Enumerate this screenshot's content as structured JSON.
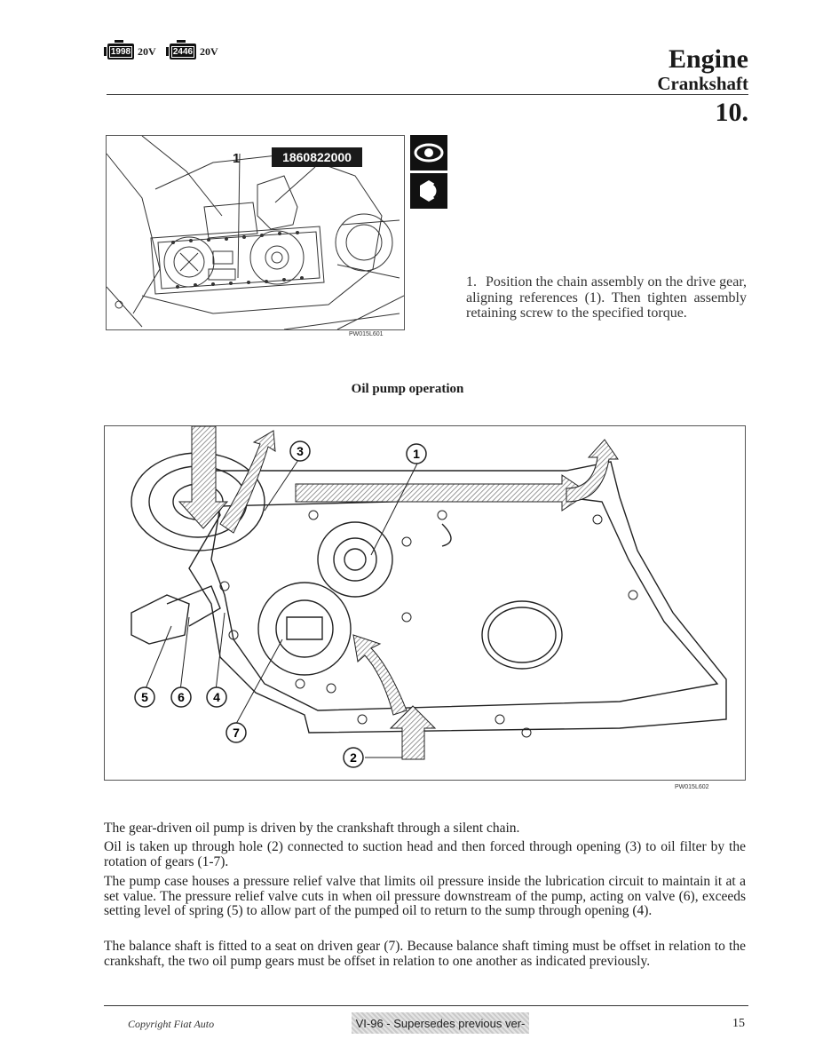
{
  "header": {
    "badges": [
      {
        "code": "1998",
        "valves": "20V"
      },
      {
        "code": "2446",
        "valves": "20V"
      }
    ],
    "title": "Engine",
    "subtitle": "Crankshaft",
    "section_number": "10."
  },
  "figure1": {
    "tool_code": "1860822000",
    "callout": "1",
    "reference": "PW015L601",
    "icons": [
      "eye-icon",
      "tighten-icon"
    ]
  },
  "step1": {
    "number": "1.",
    "text": "Position the chain assembly on the drive gear, aligning references (1). Then tighten assembly retaining screw to the specified torque."
  },
  "caption": "Oil pump operation",
  "figure2": {
    "reference": "PW015L602",
    "callouts": [
      "1",
      "2",
      "3",
      "4",
      "5",
      "6",
      "7"
    ]
  },
  "paragraphs": [
    "The gear-driven oil pump is driven by the crankshaft through a silent chain.",
    "Oil is taken up through hole (2) connected to suction head and then forced through opening (3) to oil filter by the rotation of gears (1-7).",
    "The pump case houses a pressure relief valve that limits oil pressure inside the lubrication circuit to maintain it at a set value. The pressure relief valve cuts in when oil pressure downstream of the pump, acting on valve (6), exceeds setting level of spring (5) to allow part of the pumped oil to return to the sump through opening (4).",
    "The balance shaft is fitted to a seat on driven gear (7). Because balance shaft timing must be offset in relation to the crankshaft, the two oil pump gears must be offset in relation to one another as indicated previously."
  ],
  "footer": {
    "copyright": "Copyright Fiat Auto",
    "edition": "VI-96 - Supersedes previous ver-",
    "page": "15"
  }
}
